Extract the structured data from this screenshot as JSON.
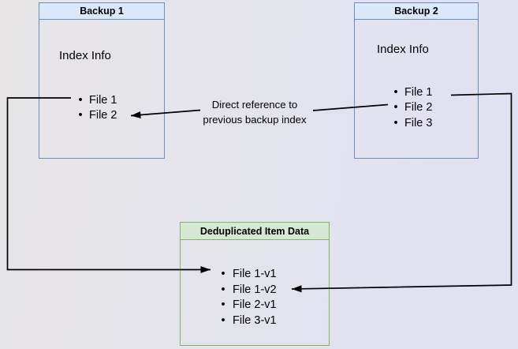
{
  "boxes": {
    "backup1": {
      "title": "Backup 1",
      "label": "Index Info",
      "files": [
        "File 1",
        "File 2"
      ]
    },
    "backup2": {
      "title": "Backup 2",
      "label": "Index Info",
      "files": [
        "File 1",
        "File 2",
        "File 3"
      ]
    },
    "dedup": {
      "title": "Deduplicated Item Data",
      "files": [
        "File 1-v1",
        "File 1-v2",
        "File 2-v1",
        "File 3-v1"
      ]
    }
  },
  "annotation": {
    "line1": "Direct reference to",
    "line2": "previous backup index"
  },
  "glyphs": {
    "bullet": "•"
  },
  "palette": {
    "blue_fill": "#dae8fc",
    "blue_stroke": "#6c8ebf",
    "green_fill": "#d5e8d4",
    "green_stroke": "#82b366",
    "arrow": "#000000",
    "background_left": "#e6e4e6",
    "background_right": "#e0e2f1"
  }
}
